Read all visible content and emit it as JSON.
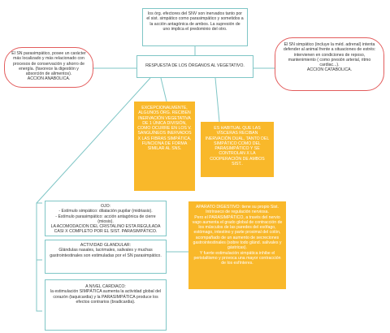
{
  "nodes": {
    "top": "los órg. efectores del SNV son inervados tanto por el sist. simpático como parasimpático y sometidos a la acción antagónica de ambos. La supresión de uno implica el predominio del otro.",
    "left_pill": "El SN parasimpático, posee un carácter más localizado y más relacionado con procesos de conservación y ahorro de energía. (favorece la digestión y absorción de alimentos).\nACCION ANABOLICA.",
    "center": "RESPUESTA DE LOS ÓRGANOS AL VEGETATIVO.",
    "right_pill": "El SN simpático (incluye la méd. adrenal) intenta defender al animal frente a situaciones de estrés:\nintervienen en condiciones de reposo, mantenimiento ( como presión arterial, ritmo cardiac...).\nACCION CATABOLICA.",
    "note_left": "EXCEPCIONALMENTE, ALGUNOS ÓRG. RECIBEN INERVACIÓN VEGETATIVA DE 1 ÚNICA DIVISIÓN, COMO OCURRE EN LOS V. SANGUÍNEOS INERVADOS X LAS FIBRAS SIMPÁTICA, FUNCIONA DE FORMA SIMILAR AL SNS.",
    "note_right": "ES HABITUAL QUE LAS VÍSCERAS RECIBAN INERVACIÓN DUAL, TANTO DEL SIMPÁTICO COMO DEL PARASIMPÁTICO Y SE CONTROLAN X LA COOPERACIÓN DE AMBOS SIST..",
    "eye": "OJO:\n- Estímulo simpático: dilatación pupilar (midriasis).\n- Estímulo parasimpático: acción antagónica de cierre (miosis).\nLA ACOMODACION DEL CRISTALINO ESTA REGULADA CASI X COMPLETO POR EL SIST. PARASIMPÁTICO.",
    "glands": "ACTIVIDAD GLANDULAR:\nGlándulas nasales, lacrimales, salivales y muchas gastrointestinales son estimuladas por el SN parasimpático.",
    "cardiac": "A NIVEL CARDIACO:\nla estimulación SIMPÁTICA aumenta la actividad global del corazón (taquicardia) y la PARASIMPÁTICA produce los efectos contrarios (bradicardia).",
    "digestive": "APARATO DIGESTIVO: tiene su propio Sist. Intrínseco de regulación nerviosa.\nPero el PARASIMPÁTICO, a través del nervio vago aumenta el grado global de contracción de los músculos de las paredes del esófago, estómago, intestino y parte proximal del colón, acompañado de un aumento de secreciones gastrointestinales (sobre todo glánd. salivales y gástricas).\nY fuerte estimulación simpática inhibe el peristaltismo y provoca una mayor contracción de los esfínteres."
  },
  "colors": {
    "teal": "#7fc6c6",
    "red": "#e35d5d",
    "orange": "#f9b82a"
  }
}
